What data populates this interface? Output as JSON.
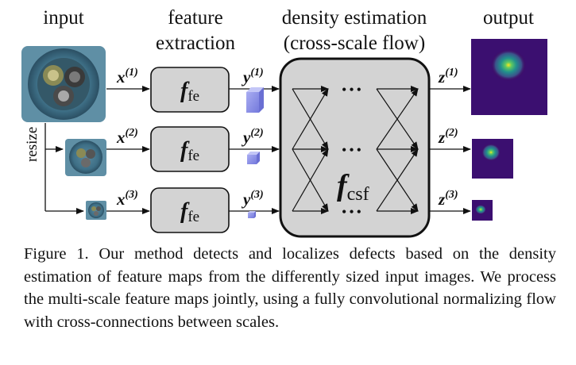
{
  "headers": {
    "input": "input",
    "feature_line1": "feature",
    "feature_line2": "extraction",
    "density_line1": "density estimation",
    "density_line2": "(cross-scale flow)",
    "output": "output"
  },
  "resize_label": "resize",
  "scales": [
    {
      "x_label": "x",
      "x_sup": "(1)",
      "y_label": "y",
      "y_sup": "(1)",
      "z_label": "z",
      "z_sup": "(1)",
      "f_main": "f",
      "f_sub": "fe"
    },
    {
      "x_label": "x",
      "x_sup": "(2)",
      "y_label": "y",
      "y_sup": "(2)",
      "z_label": "z",
      "z_sup": "(2)",
      "f_main": "f",
      "f_sub": "fe"
    },
    {
      "x_label": "x",
      "x_sup": "(3)",
      "y_label": "y",
      "y_sup": "(3)",
      "z_label": "z",
      "z_sup": "(3)",
      "f_main": "f",
      "f_sub": "fe"
    }
  ],
  "flow": {
    "f_main": "f",
    "f_sub": "csf",
    "ellipsis": "•••"
  },
  "caption": {
    "label": "Figure 1.",
    "text": "Our method detects and localizes defects based on the density estimation of feature maps from the differently sized input images. We process the multi-scale feature maps jointly, using a fully convolutional normalizing flow with cross-connections between scales."
  },
  "colors": {
    "box_fill": "#d3d3d3",
    "heatmap_bg": "#3b0f70",
    "feature_cube": "#8a8fe8"
  }
}
